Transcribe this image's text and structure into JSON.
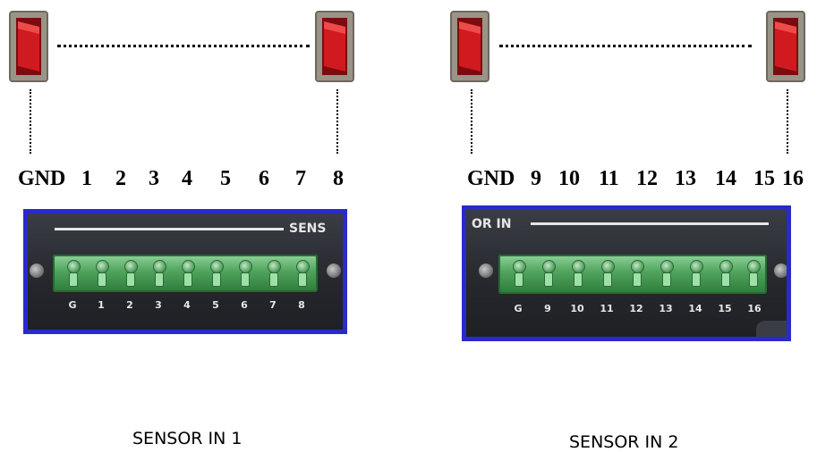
{
  "diagram": {
    "left": {
      "pin_labels": [
        "GND",
        "1",
        "2",
        "3",
        "4",
        "5",
        "6",
        "7",
        "8"
      ],
      "board_silkscreen": "SENS",
      "board_terminal_labels": [
        "G",
        "1",
        "2",
        "3",
        "4",
        "5",
        "6",
        "7",
        "8"
      ],
      "caption": "SENSOR IN 1"
    },
    "right": {
      "pin_labels": [
        "GND",
        "9",
        "10",
        "11",
        "12",
        "13",
        "14",
        "15",
        "16"
      ],
      "board_silkscreen": "OR IN",
      "board_terminal_labels": [
        "G",
        "9",
        "10",
        "11",
        "12",
        "13",
        "14",
        "15",
        "16"
      ],
      "caption": "SENSOR IN 2"
    },
    "colors": {
      "switch_red": "#c0161a",
      "panel_border": "#2a2acb",
      "terminal_green": "#4fa35c"
    },
    "icons": [
      "red-switch-icon",
      "terminal-block-icon"
    ]
  }
}
